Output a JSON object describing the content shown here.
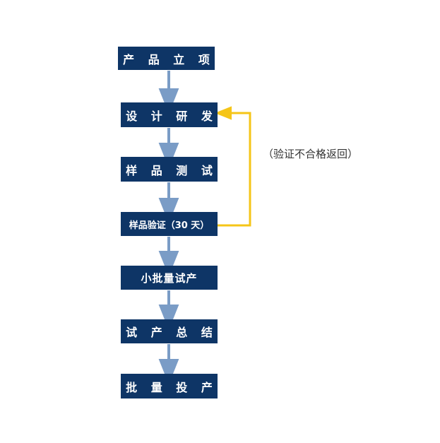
{
  "steps": [
    {
      "label": "产 品 立 项"
    },
    {
      "label": "设 计 研 发"
    },
    {
      "label": "样 品 测 试"
    },
    {
      "label": "样品验证（30 天）"
    },
    {
      "label": "小批量试产"
    },
    {
      "label": "试 产 总 结"
    },
    {
      "label": "批 量 投 产"
    }
  ],
  "loop_label": "（验证不合格返回）",
  "colors": {
    "box_fill": "#0e3566",
    "box_text": "#ffffff",
    "arrow": "#7a9cc6",
    "loop_arrow": "#f5c518"
  }
}
